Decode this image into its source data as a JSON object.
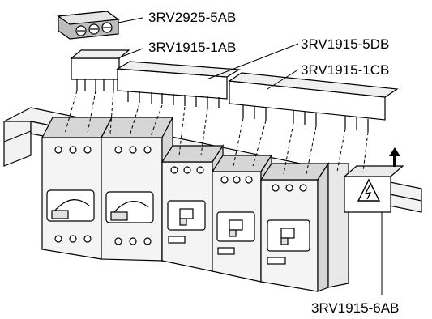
{
  "labels": {
    "terminal_block": "3RV2925-5AB",
    "busbar_1ab": "3RV1915-1AB",
    "busbar_5db": "3RV1915-5DB",
    "busbar_1cb": "3RV1915-1CB",
    "cover": "3RV1915-6AB"
  },
  "colors": {
    "line": "#000000",
    "busbar_fill": "#ffffff",
    "rail_fill": "#f2f2f2",
    "breaker_fill": "#f4f4f4",
    "breaker_shade": "#d6d6d6",
    "terminal_dark": "#8c8c8c",
    "warning_fill": "#ffffff"
  },
  "icons": [
    "screw-icon",
    "high-voltage-warning-icon",
    "up-arrow-icon"
  ]
}
